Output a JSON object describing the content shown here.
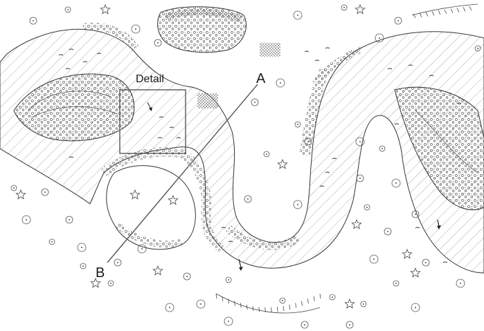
{
  "labels": {
    "detail": "Detail",
    "section_start": "A",
    "section_end": "B"
  },
  "colors": {
    "ink": "#333333",
    "paper": "#ffffff",
    "hatch": "#8a8a8a"
  },
  "icons": {
    "cell": "round-cell-icon",
    "stellate_cell": "star-cell-icon",
    "nucleus_arrow": "arrow-icon"
  }
}
